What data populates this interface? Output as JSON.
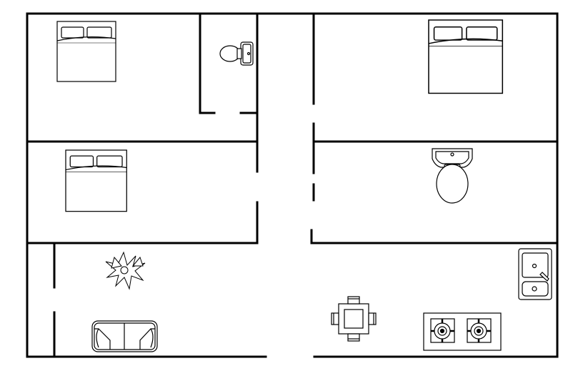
{
  "plan": {
    "rooms": [
      {
        "id": "bedroom-1",
        "furniture": [
          "double-bed"
        ]
      },
      {
        "id": "bathroom-small",
        "furniture": [
          "toilet"
        ]
      },
      {
        "id": "bedroom-2",
        "furniture": [
          "double-bed"
        ]
      },
      {
        "id": "bedroom-3",
        "furniture": [
          "double-bed"
        ]
      },
      {
        "id": "bathroom-large",
        "furniture": [
          "toilet"
        ]
      },
      {
        "id": "living-room",
        "furniture": [
          "potted-plant",
          "two-seat-sofa"
        ]
      },
      {
        "id": "kitchen",
        "furniture": [
          "dining-table-with-chairs",
          "double-sink",
          "two-burner-stove"
        ]
      }
    ],
    "colors": {
      "line": "#000000",
      "background": "#ffffff"
    }
  }
}
